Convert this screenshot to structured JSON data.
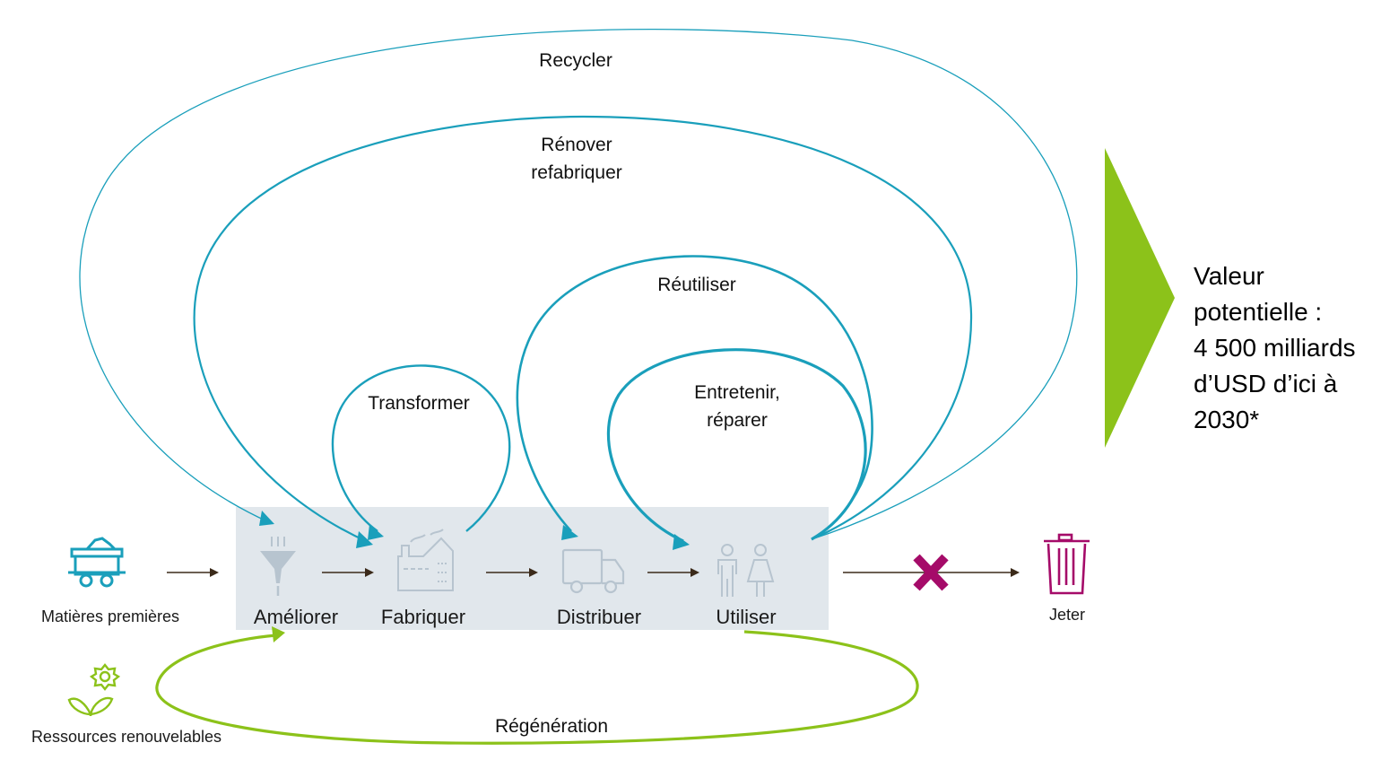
{
  "colors": {
    "loop": "#1a9fbb",
    "regeneration": "#8cc21a",
    "value_arrow": "#8cc21a",
    "stage_band": "#e1e7ec",
    "stage_icon": "#b7c4cf",
    "source_icon": "#1a9fbb",
    "discard": "#a50b69",
    "flow_arrow": "#3b2a1a"
  },
  "loops": {
    "recycler": "Recycler",
    "renover": "Rénover\nrefabriquer",
    "reutiliser": "Réutiliser",
    "transformer": "Transformer",
    "entretenir": "Entretenir,\nréparer",
    "regeneration": "Régénération"
  },
  "sources": {
    "raw_materials": {
      "label": "Matières premières",
      "icon": "mine-cart-icon"
    },
    "renewable": {
      "label": "Ressources renouvelables",
      "icon": "plant-sun-icon"
    }
  },
  "stages": [
    {
      "label": "Améliorer",
      "icon": "funnel-icon"
    },
    {
      "label": "Fabriquer",
      "icon": "factory-icon"
    },
    {
      "label": "Distribuer",
      "icon": "truck-icon"
    },
    {
      "label": "Utiliser",
      "icon": "people-icon"
    }
  ],
  "discard": {
    "label": "Jeter",
    "icon": "trash-icon",
    "blocked_icon": "cross-icon"
  },
  "value": {
    "text": "Valeur\npotentielle :\n4 500 milliards\nd’USD d’ici à\n2030*"
  }
}
